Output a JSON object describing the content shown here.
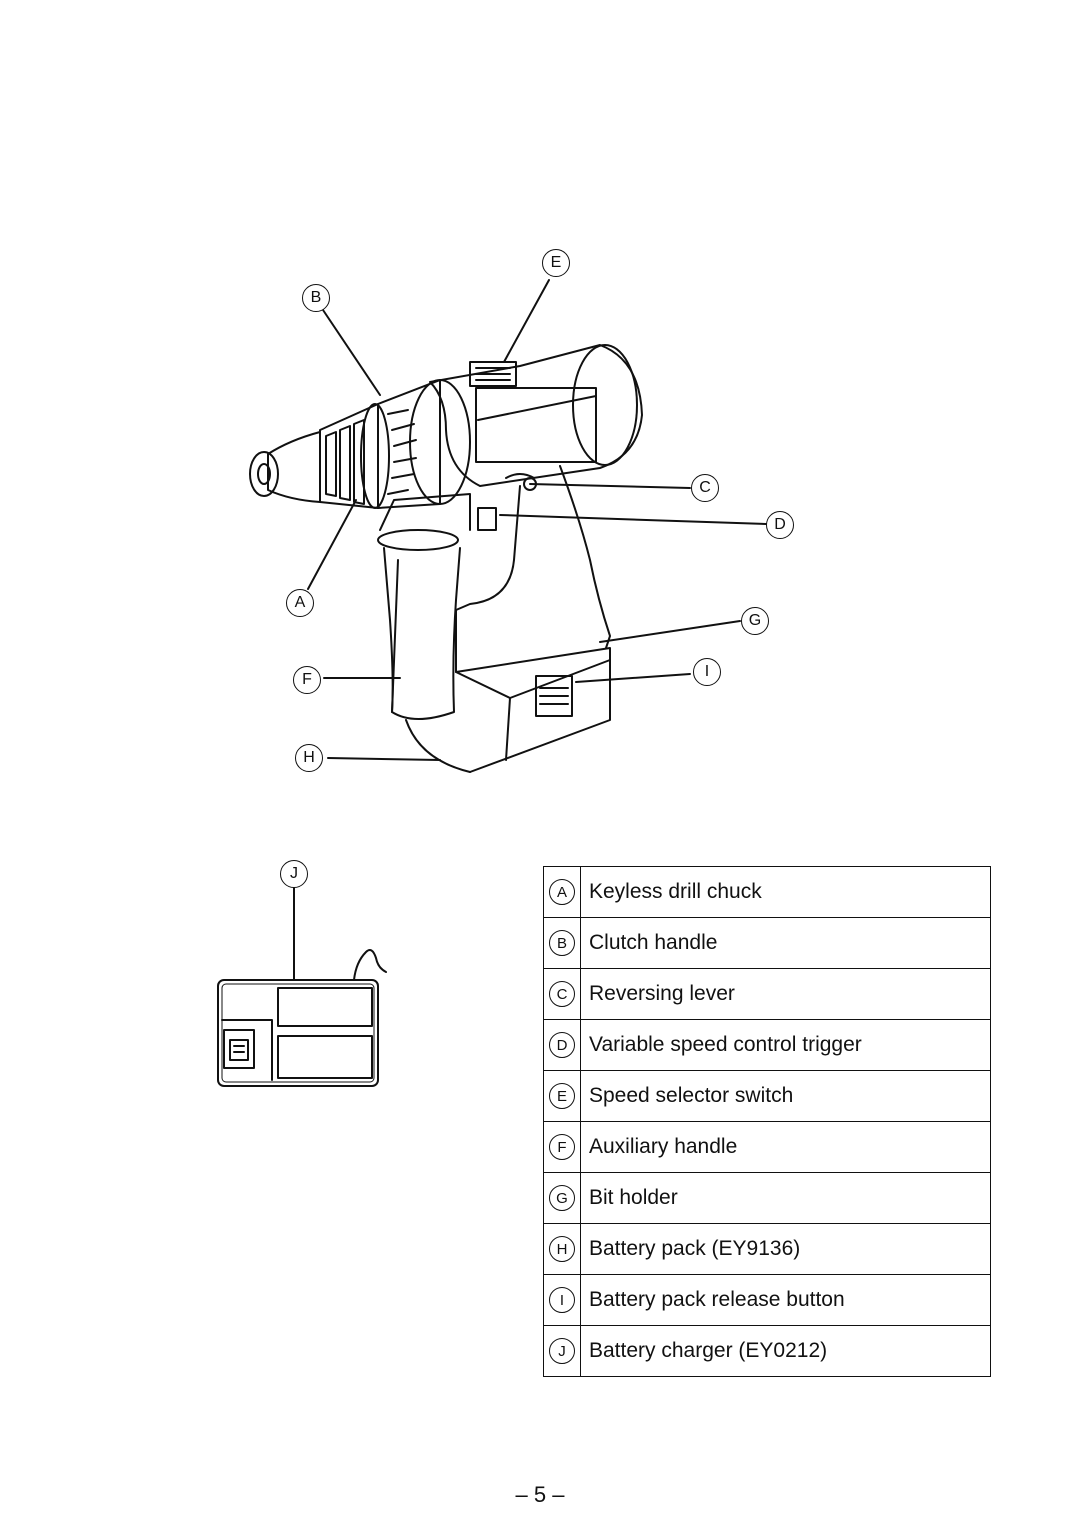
{
  "callouts": {
    "a": "A",
    "b": "B",
    "c": "C",
    "d": "D",
    "e": "E",
    "f": "F",
    "g": "G",
    "h": "H",
    "i": "I",
    "j": "J"
  },
  "legend": [
    {
      "key": "A",
      "text": "Keyless drill chuck"
    },
    {
      "key": "B",
      "text": "Clutch handle"
    },
    {
      "key": "C",
      "text": "Reversing lever"
    },
    {
      "key": "D",
      "text": "Variable speed control trigger"
    },
    {
      "key": "E",
      "text": "Speed selector switch"
    },
    {
      "key": "F",
      "text": "Auxiliary handle"
    },
    {
      "key": "G",
      "text": "Bit holder"
    },
    {
      "key": "H",
      "text": "Battery pack (EY9136)"
    },
    {
      "key": "I",
      "text": "Battery pack release button"
    },
    {
      "key": "J",
      "text": "Battery charger (EY0212)"
    }
  ],
  "page_number": "– 5 –"
}
